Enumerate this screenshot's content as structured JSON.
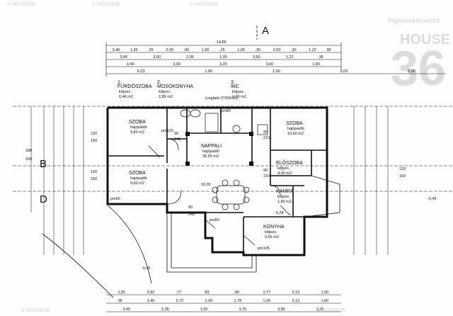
{
  "axes": {
    "a": "A",
    "b": "B",
    "d": "D"
  },
  "total_width": "14,86",
  "top_dims": {
    "row1": [
      "3,40",
      "1,35",
      ",25",
      "2,00",
      ",90",
      "1,90",
      ",25",
      "1,05",
      ",30",
      "2,00",
      ",30",
      "1,22",
      "38"
    ],
    "row2": [
      "3,40",
      "3,60",
      "2,95",
      "1,05",
      "3,60",
      "1,22",
      "38"
    ],
    "row3": [
      "3,40",
      "3,60",
      "3,20",
      "3,60",
      "1,80"
    ],
    "row4": [
      "6,23",
      "1,80",
      "1,50",
      "5,03",
      "5,00"
    ]
  },
  "bottom_dims": {
    "row1": [
      "1,81",
      "3,92",
      ",77",
      "83",
      ",90",
      "1,77",
      "2,13",
      "1,60"
    ],
    "row2": [
      "38",
      "3,40",
      "2,72",
      "1,00",
      "1,78",
      "1,00",
      "2,13",
      "1,60"
    ],
    "row3": [
      "3,40",
      "2,35",
      "1,00",
      "3,70",
      "3,80",
      "1,22"
    ]
  },
  "rooms": [
    {
      "name": "FÜRDŐSZOBA",
      "sub": "kőporc.",
      "area": "6,46 m2"
    },
    {
      "name": "MOSÓKONYHA",
      "sub": "kőporc.",
      "area": "2,85 m2"
    },
    {
      "name": "WC",
      "sub": "kőporc.",
      "area": "1,26 m2"
    },
    {
      "name": "SZOBA",
      "sub": "hajópadló",
      "area": "9,83 m2"
    },
    {
      "name": "SZOBA",
      "sub": "hajópadló",
      "area": "9,83 m2"
    },
    {
      "name": "NAPPALI",
      "sub": "hajópadló",
      "area": "30,55 m2"
    },
    {
      "name": "SZOBA",
      "sub": "hajópadló",
      "area": "10,60 m2"
    },
    {
      "name": "ELŐSZOBA",
      "sub": "kőporc.",
      "area": "4,00 m2"
    },
    {
      "name": "KAMRA",
      "sub": "kőporc.",
      "area": "1,80 m2"
    },
    {
      "name": "KONYHA",
      "sub": "kőporc.",
      "area": "9,55 m2"
    }
  ],
  "room_numbers": [
    "1.",
    "2.",
    "3."
  ],
  "level_notes": [
    "±0,00",
    "-0,28",
    "-0,45",
    "-0,45"
  ],
  "openings": [
    "120",
    "150",
    "120",
    "150",
    "180",
    "150",
    "120",
    "150",
    "90",
    "240",
    "90",
    "210",
    "90",
    "210",
    "90",
    "240",
    "pm60",
    "pm80",
    "pm105",
    "pm120",
    "pm80"
  ],
  "small_note": "(vegfalis 3*200/20)",
  "watermark": {
    "brand": "HOUSE",
    "line": "Ingatlanközvetítő",
    "digits": "36",
    "tag": "© HOUSE36"
  }
}
